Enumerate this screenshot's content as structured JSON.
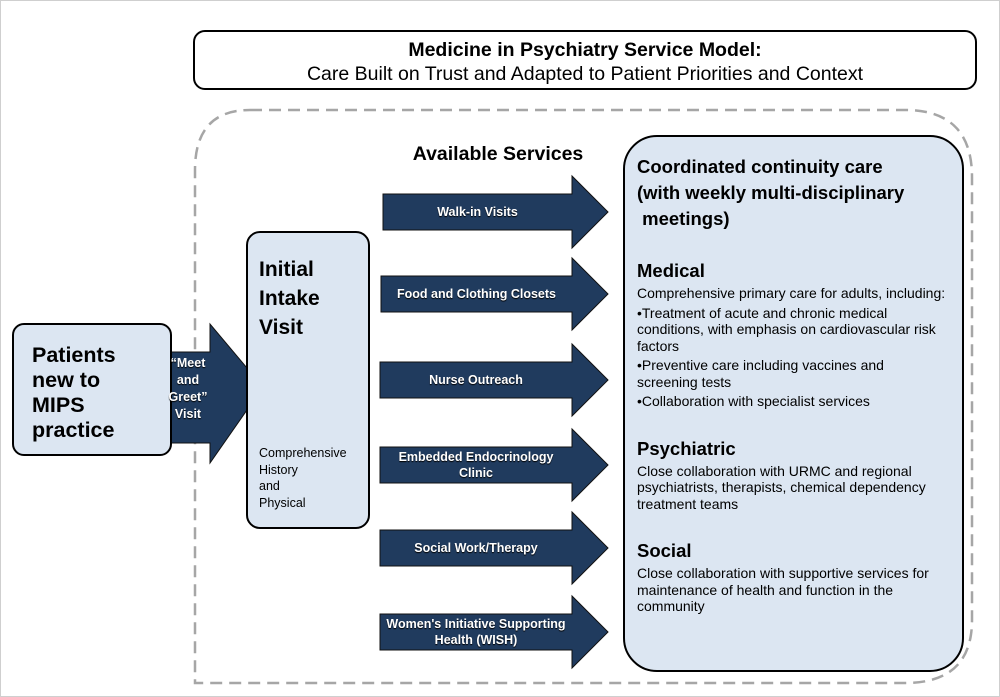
{
  "header": {
    "title": "Medicine in Psychiatry Service Model:",
    "subtitle": "Care Built on Trust and Adapted to Patient Priorities and Context"
  },
  "colors": {
    "box_fill": "#dce6f2",
    "arrow_fill": "#203b5e",
    "dashed_border": "#a6a6a6"
  },
  "patients_box": {
    "lines": [
      "Patients",
      "new to",
      "MIPS",
      "practice"
    ]
  },
  "meet_greet_arrow": {
    "lines": [
      "“Meet",
      "and",
      "Greet”",
      "Visit"
    ]
  },
  "intake_box": {
    "title_lines": [
      "Initial",
      "Intake",
      "Visit"
    ],
    "subtitle_lines": [
      "Comprehensive",
      "History",
      "and",
      "Physical"
    ]
  },
  "services": {
    "heading": "Available Services",
    "items": [
      {
        "lines": [
          "Walk-in Visits"
        ]
      },
      {
        "lines": [
          "Food and Clothing Closets"
        ]
      },
      {
        "lines": [
          "Nurse Outreach"
        ]
      },
      {
        "lines": [
          "Embedded Endocrinology",
          "Clinic"
        ]
      },
      {
        "lines": [
          "Social Work/Therapy"
        ]
      },
      {
        "lines": [
          "Women's Initiative Supporting",
          "Health (WISH)"
        ]
      }
    ]
  },
  "continuity_box": {
    "title_lines": [
      "Coordinated continuity care",
      "(with weekly multi-disciplinary",
      " meetings)"
    ],
    "sections": {
      "medical": {
        "heading": "Medical",
        "intro": "Comprehensive primary care for adults, including:",
        "bullets": [
          "•Treatment of acute and chronic medical conditions, with emphasis on cardiovascular risk factors",
          "•Preventive care including vaccines and screening tests",
          "•Collaboration with specialist services"
        ]
      },
      "psychiatric": {
        "heading": "Psychiatric",
        "body": "Close collaboration with URMC and regional psychiatrists, therapists, chemical dependency treatment teams"
      },
      "social": {
        "heading": "Social",
        "body": "Close collaboration with supportive services for maintenance of health and function in the community"
      }
    }
  }
}
